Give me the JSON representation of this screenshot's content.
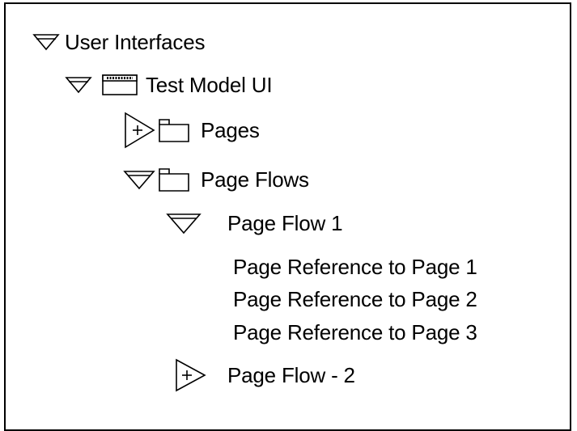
{
  "tree": {
    "root": {
      "label": "User Interfaces",
      "icon": "collapse-triangle-icon",
      "expanded": true
    },
    "model": {
      "label": "Test Model UI",
      "toggle_icon": "collapse-triangle-icon",
      "icon": "window-icon",
      "expanded": true
    },
    "pages": {
      "label": "Pages",
      "toggle_icon": "expand-triangle-plus-icon",
      "icon": "folder-icon",
      "expanded": false
    },
    "page_flows": {
      "label": "Page Flows",
      "toggle_icon": "collapse-triangle-icon",
      "icon": "folder-icon",
      "expanded": true
    },
    "page_flow_1": {
      "label": "Page Flow 1",
      "toggle_icon": "collapse-triangle-icon",
      "expanded": true,
      "children": [
        "Page Reference to Page  1",
        "Page Reference to Page  2",
        "Page Reference to Page  3"
      ]
    },
    "page_flow_2": {
      "label": "Page Flow -  2",
      "toggle_icon": "expand-triangle-plus-icon",
      "expanded": false
    }
  }
}
